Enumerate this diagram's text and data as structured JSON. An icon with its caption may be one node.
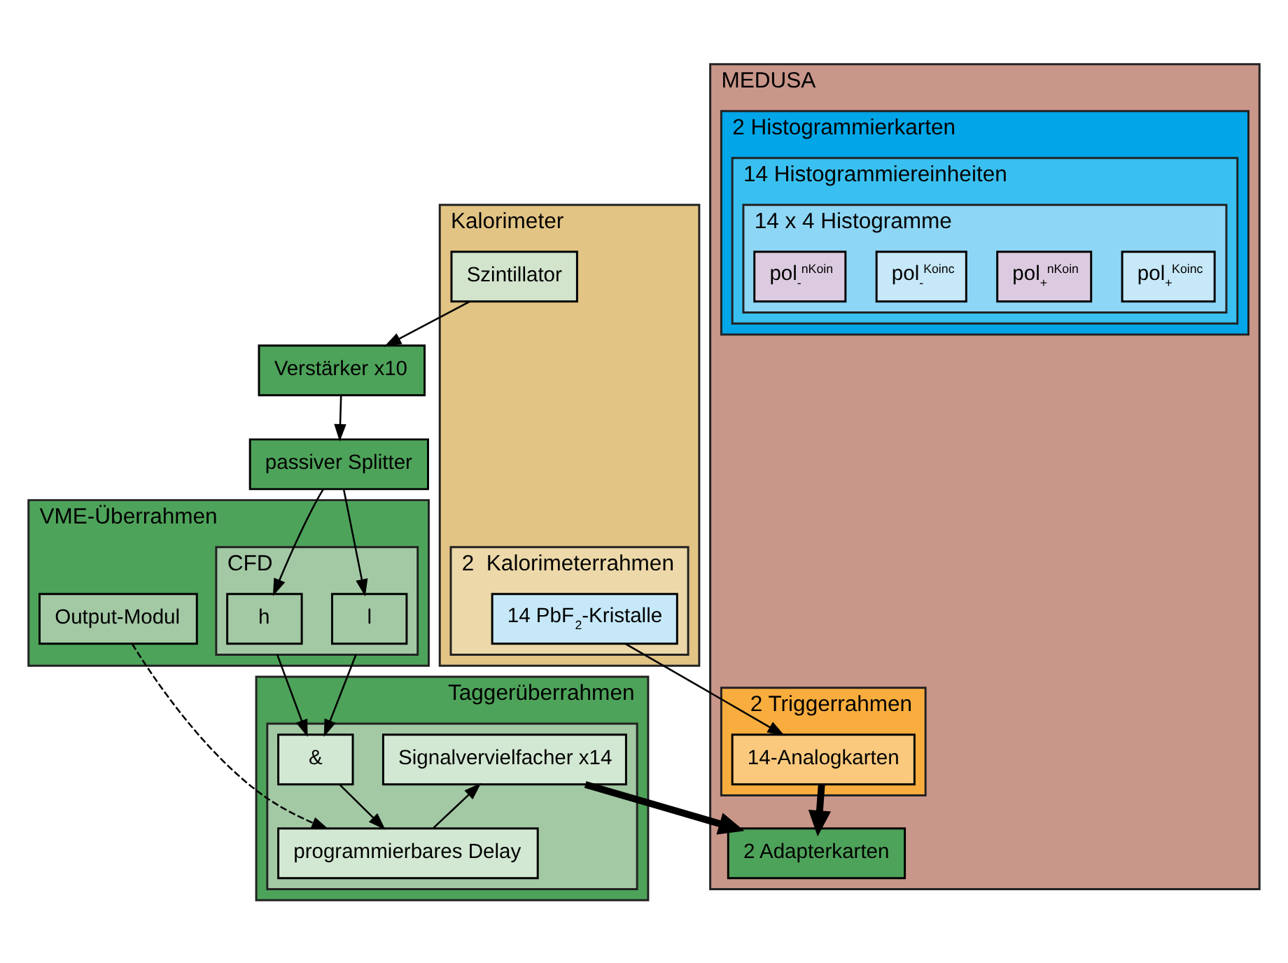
{
  "diagram": {
    "nodes": [
      {
        "text": [
          "Kalorimeter"
        ]
      },
      {
        "text": [
          "Szintillator"
        ],
        "in": 0
      },
      {
        "text": [
          "2  Kalorimeterrahmen"
        ],
        "in": 0
      },
      {
        "text": [
          "14 PbF$_{2}$-Kristalle"
        ],
        "in": 2
      },
      {
        "text": [
          "MEDUSA"
        ]
      },
      {
        "text": [
          "2 Triggerrahmen"
        ],
        "in": 4
      },
      {
        "text": [
          "14-Analogkarten"
        ],
        "in": 5
      },
      {
        "text": [
          "2 Adapterkarten"
        ],
        "in": 4
      },
      {
        "text": [
          "2 Histogrammierkarten"
        ],
        "in": 4
      },
      {
        "text": [
          "14 Histogrammiereinheiten"
        ],
        "in": 8
      },
      {
        "text": [
          "14 x 4 Histogramme"
        ],
        "in": 9
      },
      {
        "text": [
          "pol$_{+}$$^{Koinc}$"
        ],
        "in": 10
      },
      {
        "text": [
          "pol$_{+}$$^{nKoin}$"
        ],
        "in": 10
      },
      {
        "text": [
          "pol$_{-}$$^{Koinc}$"
        ],
        "in": 10
      },
      {
        "text": [
          "pol$_{-}$$^{nKoin}$"
        ],
        "in": 10
      },
      {
        "text": [
          "Verstärker x10"
        ]
      },
      {
        "text": [
          "passiver Splitter"
        ]
      },
      {
        "text": [
          "VME-Überrahmen"
        ]
      },
      {
        "text": [
          "CFD"
        ],
        "in": 17
      },
      {
        "text": [
          "l"
        ],
        "in": 18
      },
      {
        "text": [
          "h"
        ],
        "in": 18
      },
      {
        "text": [
          "Output-Modul"
        ],
        "in": 17
      },
      {
        "text": [
          "Taggerüberrahmen"
        ]
      },
      {
        "text": [],
        "shape": "box",
        "in": 22
      },
      {
        "text": [
          "&"
        ],
        "in": 23
      },
      {
        "text": [
          "Signalvervielfacher x14"
        ],
        "in": 23
      },
      {
        "text": [
          "programmierbares Delay"
        ],
        "in": 23
      }
    ],
    "edges": [
      {
        "from": 1,
        "to": 15,
        "arrow": "to"
      },
      {
        "from": 3,
        "to": 6,
        "arrow": "to"
      },
      {
        "from": 6,
        "to": 7,
        "arrow": "to",
        "style": "thick"
      },
      {
        "from": 15,
        "to": 16,
        "arrow": "to"
      },
      {
        "from": 16,
        "to": 19,
        "arrow": "to"
      },
      {
        "from": 16,
        "to": 20,
        "arrow": "to"
      },
      {
        "from": 18,
        "to": 24,
        "arrow": "to"
      },
      {
        "from": 18,
        "to": 24,
        "arrow": "to"
      },
      {
        "from": 24,
        "to": 26,
        "arrow": "to"
      },
      {
        "from": 26,
        "to": 25,
        "arrow": "to"
      },
      {
        "from": 21,
        "to": 26,
        "arrow": "to",
        "style": "dashed"
      },
      {
        "from": 25,
        "to": 7,
        "arrow": "to",
        "style": "thick"
      }
    ]
  }
}
